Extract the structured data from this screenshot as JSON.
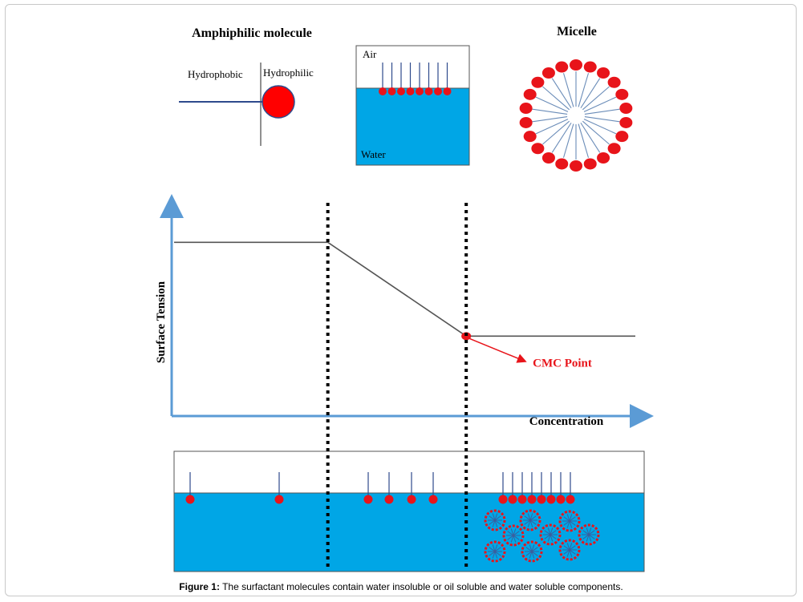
{
  "amphiphile": {
    "title": "Amphiphilic  molecule",
    "hydrophobic_label": "Hydrophobic",
    "hydrophilic_label": "Hydrophilic"
  },
  "interface": {
    "air_label": "Air",
    "water_label": "Water"
  },
  "micelle": {
    "title": "Micelle"
  },
  "chart_data": {
    "type": "line",
    "title": "",
    "xlabel": "Concentration",
    "ylabel": "Surface Tension",
    "series": [
      {
        "x": [
          0,
          1,
          1.9,
          2.0,
          3.0
        ],
        "y": [
          1.0,
          1.0,
          0.46,
          0.46,
          0.46
        ]
      }
    ],
    "annotations": [
      {
        "text": "CMC Point",
        "x": 1.9,
        "y": 0.46,
        "color": "#e8141a"
      }
    ],
    "dividers_x": [
      1,
      1.9
    ],
    "xlim": [
      0,
      3
    ],
    "ylim": [
      0,
      1.2
    ],
    "grid": false,
    "colors": {
      "axis": "#5b9bd5",
      "line": "#555555",
      "marker": "#e8141a"
    }
  },
  "bottom_panel": {
    "colors": {
      "water": "#00a6e6",
      "head": "#e8141a",
      "tail": "#2e4a8c"
    }
  },
  "caption": {
    "label": "Figure 1:",
    "text": " The surfactant molecules contain water insoluble or oil soluble and water soluble components."
  }
}
